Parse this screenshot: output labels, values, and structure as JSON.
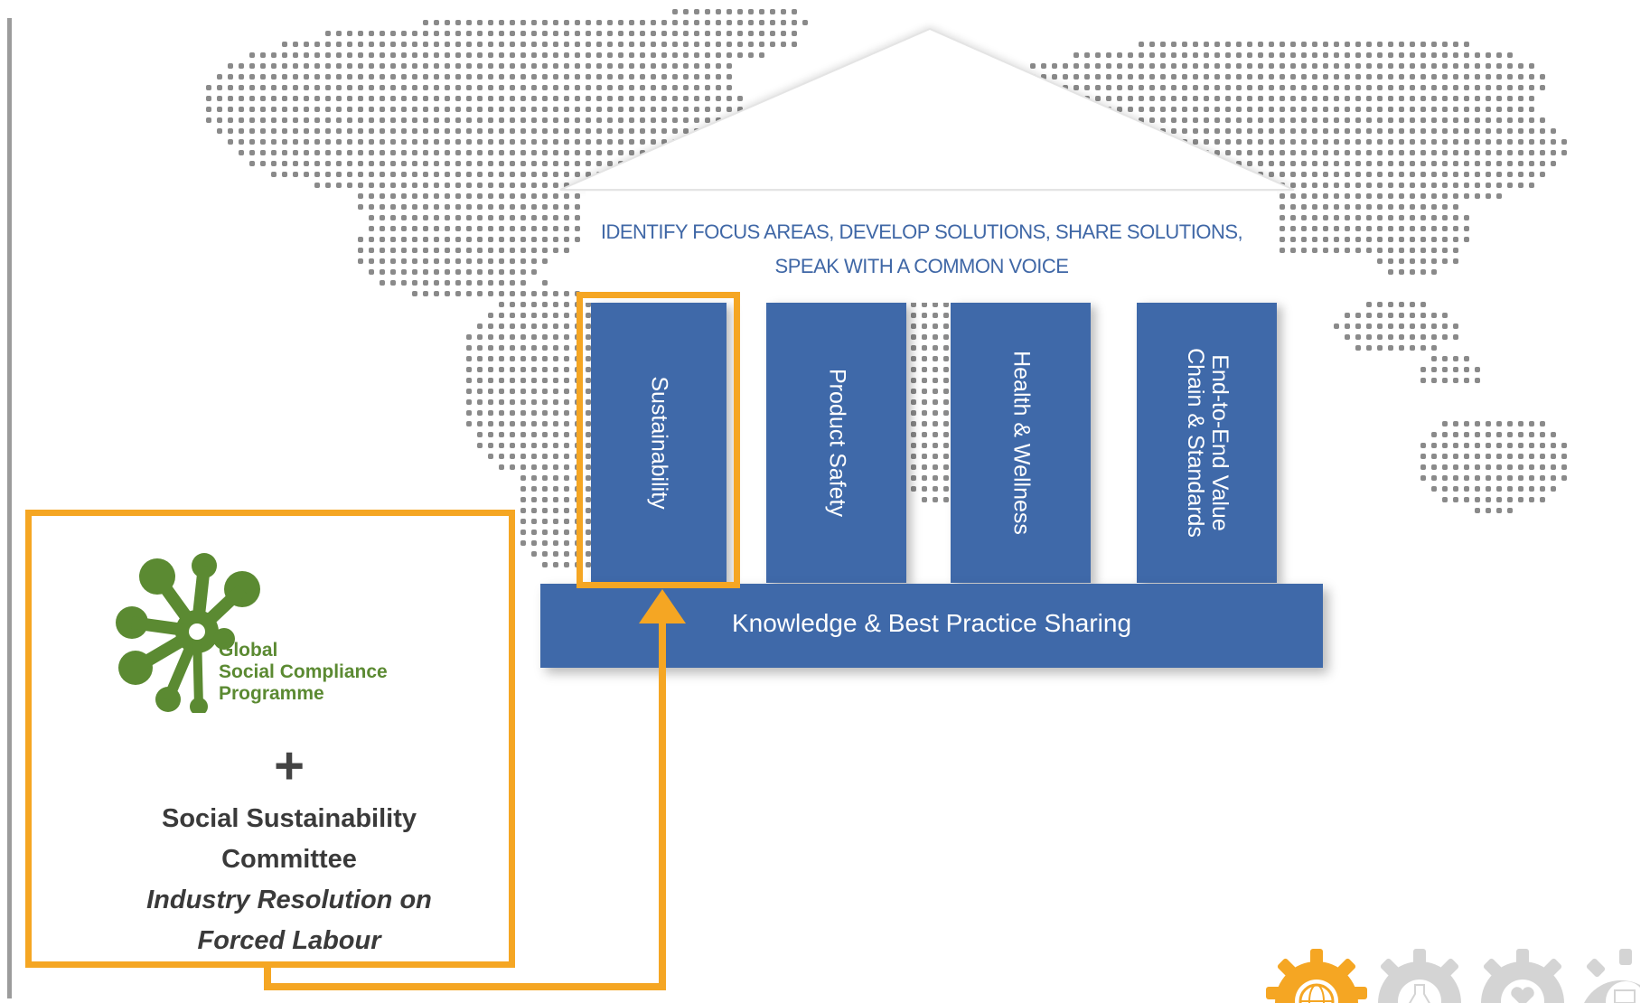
{
  "roof": {
    "line1": "IDENTIFY FOCUS AREAS, DEVELOP SOLUTIONS, SHARE SOLUTIONS,",
    "line2": "SPEAK WITH A COMMON VOICE"
  },
  "pillars": [
    {
      "label": "Sustainability",
      "highlighted": true
    },
    {
      "label": "Product Safety",
      "highlighted": false
    },
    {
      "label": "Health & Wellness",
      "highlighted": false
    },
    {
      "label_line1": "End-to-End Value",
      "label_line2": "Chain & Standards",
      "highlighted": false
    }
  ],
  "base": {
    "label": "Knowledge & Best Practice Sharing"
  },
  "callout": {
    "logo": {
      "line1": "Global",
      "line2": "Social Compliance",
      "line3": "Programme"
    },
    "plus": "+",
    "title_line1": "Social Sustainability",
    "title_line2": "Committee",
    "subtitle_line1": "Industry Resolution on",
    "subtitle_line2": "Forced Labour"
  },
  "gears": [
    {
      "name": "globe-gear-icon",
      "active": true
    },
    {
      "name": "flask-gear-icon",
      "active": false
    },
    {
      "name": "heart-gear-icon",
      "active": false
    },
    {
      "name": "factory-gear-icon",
      "active": false
    }
  ],
  "colors": {
    "pillar_blue": "#3f69a9",
    "highlight_orange": "#f5a623",
    "logo_green": "#5b8a32",
    "map_dots": "#8a8a8a",
    "gear_inactive": "#d4d4d4"
  }
}
